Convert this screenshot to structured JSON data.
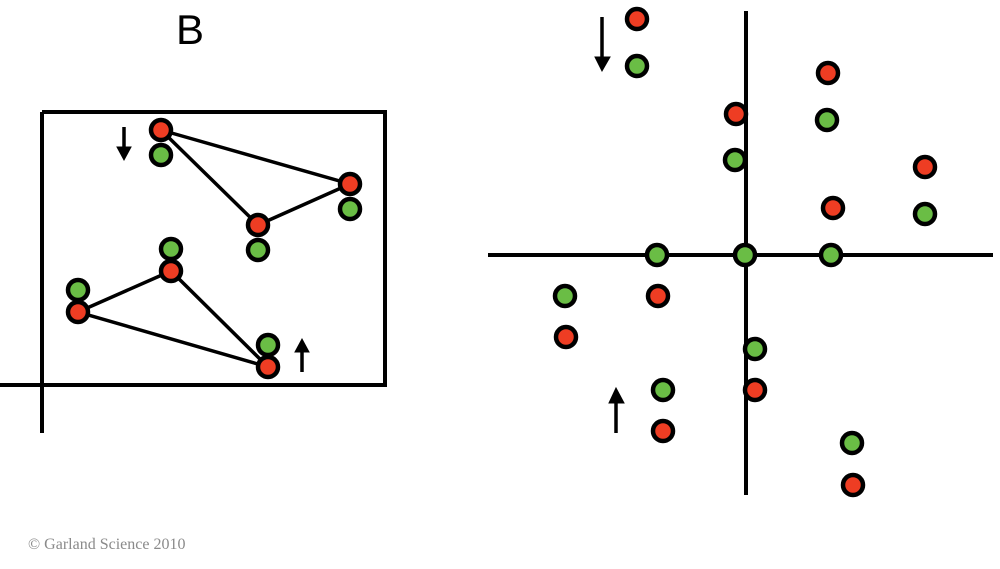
{
  "panel_label": "B",
  "credit": "© Garland Science 2010",
  "colors": {
    "red": "#ee3d23",
    "green": "#6abd45",
    "stroke": "#000000"
  },
  "chart_data": {
    "type": "scatter",
    "title": "B",
    "panels": [
      {
        "name": "left-box-panel",
        "description": "Boxed region with two triangles connecting red dots, each paired with a green dot",
        "pairs": [
          {
            "red": [
              161,
              130
            ],
            "green": [
              161,
              155
            ],
            "arrow": "down"
          },
          {
            "red": [
              258,
              225
            ],
            "green": [
              258,
              250
            ]
          },
          {
            "red": [
              350,
              184
            ],
            "green": [
              350,
              209
            ]
          },
          {
            "red": [
              171,
              271
            ],
            "green": [
              171,
              249
            ]
          },
          {
            "red": [
              78,
              312
            ],
            "green": [
              78,
              290
            ]
          },
          {
            "red": [
              268,
              367
            ],
            "green": [
              268,
              345
            ],
            "arrow": "up"
          }
        ]
      },
      {
        "name": "right-axes-panel",
        "description": "Cross axes with paired red/green dots",
        "pairs": [
          {
            "red": [
              637,
              19
            ],
            "green": [
              637,
              66
            ],
            "arrow": "down"
          },
          {
            "red": [
              828,
              73
            ],
            "green": [
              827,
              120
            ]
          },
          {
            "red": [
              736,
              114
            ],
            "green": [
              735,
              160
            ]
          },
          {
            "red": [
              925,
              167
            ],
            "green": [
              925,
              214
            ]
          },
          {
            "red": [
              833,
              208
            ],
            "green": [
              831,
              255
            ]
          },
          {
            "red": [
              658,
              296
            ],
            "green": [
              657,
              255
            ]
          },
          {
            "red": [
              566,
              337
            ],
            "green": [
              565,
              296
            ]
          },
          {
            "red": [
              755,
              390
            ],
            "green": [
              755,
              349
            ]
          },
          {
            "red": [
              663,
              431
            ],
            "green": [
              663,
              390
            ],
            "arrow": "up"
          },
          {
            "red": [
              853,
              485
            ],
            "green": [
              852,
              443
            ]
          }
        ],
        "axis_points": [
          [
            745,
            255
          ]
        ]
      }
    ]
  }
}
